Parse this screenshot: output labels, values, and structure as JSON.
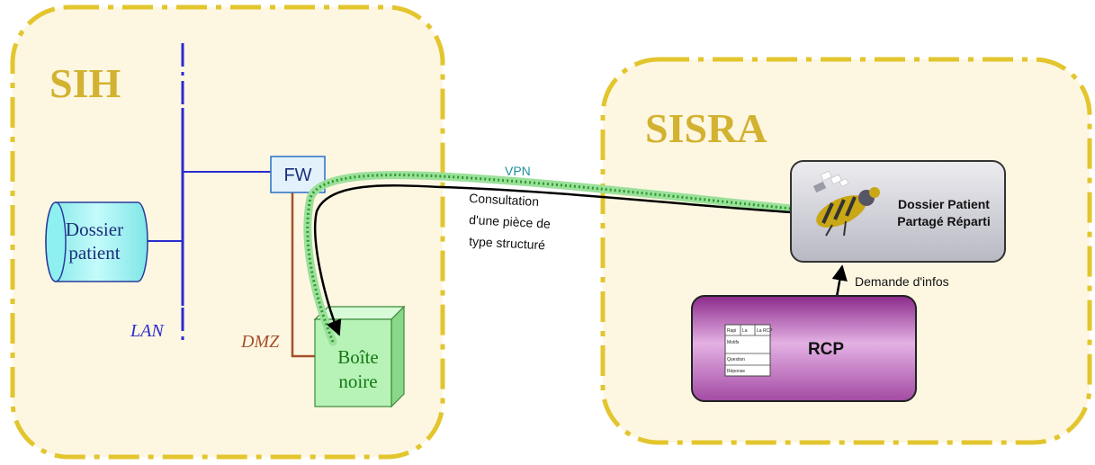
{
  "zones": {
    "sih": {
      "label": "SIH"
    },
    "sisra": {
      "label": "SISRA"
    }
  },
  "nodes": {
    "dossier_patient": {
      "line1": "Dossier",
      "line2": "patient"
    },
    "firewall": {
      "label": "FW"
    },
    "boite_noire": {
      "line1": "Boîte",
      "line2": "noire"
    },
    "dppr": {
      "line1": "Dossier Patient",
      "line2": "Partagé Réparti"
    },
    "rcp": {
      "label": "RCP",
      "form": {
        "h1": "Rapi",
        "h2": "La",
        "h3": "La RCP",
        "r1": "Motifs",
        "r2": "Question",
        "r3": "Réponse"
      }
    }
  },
  "labels": {
    "lan": "LAN",
    "dmz": "DMZ",
    "vpn": "VPN",
    "consultation": [
      "Consultation",
      "d'une pièce de",
      "type structuré"
    ],
    "demande_infos": "Demande d'infos"
  },
  "colors": {
    "zone_fill": "#fdf7e2",
    "zone_border": "#e3c52e",
    "zone_label": "#d2b230",
    "lan": "#2a2ad0",
    "dmz": "#a5502a",
    "vpn_label": "#1f8fa0",
    "cylinder": "#9ff3f3",
    "firewall": "#e3f1fb",
    "box": "#b7f2b7",
    "box_text": "#147a14",
    "dppr_box": "#cbcbd3",
    "rcp_box": "#a94fa9"
  }
}
